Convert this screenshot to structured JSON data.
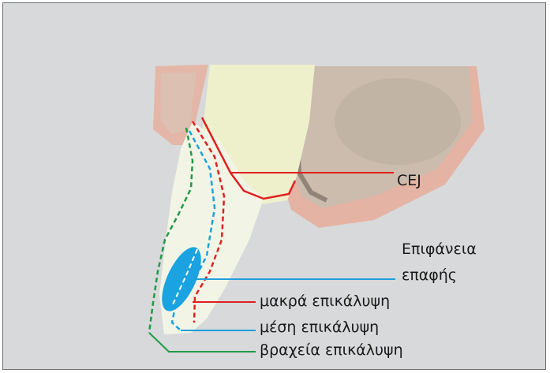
{
  "labels": {
    "cej": "CEJ",
    "contact_surface_line1": "Επιφάνεια",
    "contact_surface_line2": "επαφής",
    "long_coverage": "μακρά επικάλυψη",
    "medium_coverage": "μέση επικάλυψη",
    "short_coverage": "βραχεία επικάλυψη"
  },
  "colors": {
    "background": "#d8d9da",
    "frame_border": "#6f7072",
    "red_line": "#e0201f",
    "blue_line": "#1ea0dc",
    "green_line": "#1f9a47",
    "contact_ellipse": "#1aa3e0",
    "gum": "#e7a996",
    "bone": "#c9c0b2",
    "tooth_crown": "#f2f5e6",
    "root": "#eef0cc"
  }
}
